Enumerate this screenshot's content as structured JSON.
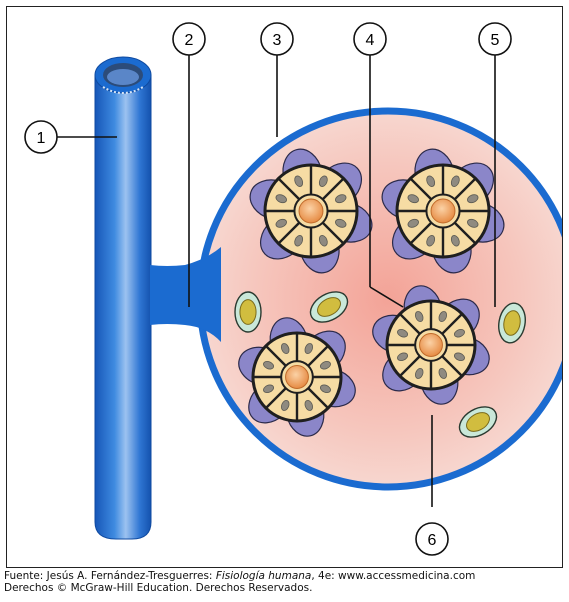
{
  "labels": [
    "1",
    "2",
    "3",
    "4",
    "5",
    "6"
  ],
  "caption": {
    "source_prefix": "Fuente: Jesús A. Fernández-Tresguerres: ",
    "book_title": "Fisiología humana",
    "source_suffix": ", 4e: www.accessmedicina.com",
    "copyright": "Derechos © McGraw-Hill Education. Derechos Reservados."
  },
  "colors": {
    "vessel_blue": "#1b6bd0",
    "vessel_highlight": "#6fa8ea",
    "follicle_center": "#f0a05a",
    "follicle_fill": "#f6dca4",
    "cell_nucleus": "#8f8a80",
    "perifollicular_purple": "#8b86c9",
    "lumen_gradient_inner": "#f2a49a",
    "lumen_gradient_outer": "#f7dcd6",
    "outline": "#1f1f1f"
  }
}
